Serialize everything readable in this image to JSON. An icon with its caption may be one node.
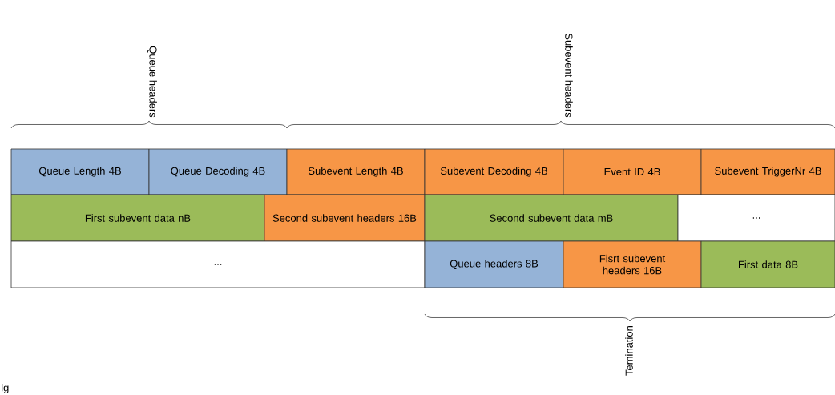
{
  "diagram": {
    "nodes": [
      {
        "text": [
          "Queue Length 4B"
        ]
      },
      {
        "text": [
          "Queue Decoding 4B"
        ]
      },
      {
        "text": [
          "Subevent Length 4B"
        ]
      },
      {
        "text": [
          "Subevent Decoding 4B"
        ]
      },
      {
        "text": [
          "Event ID 4B"
        ]
      },
      {
        "text": [
          "Subevent TriggerNr 4B"
        ]
      },
      {
        "text": [
          "First subevent data nB"
        ]
      },
      {
        "text": [
          "Second subevent headers 16B"
        ]
      },
      {
        "text": [
          "Second subevent data mB"
        ]
      },
      {
        "text": [
          "..."
        ]
      },
      {
        "text": [
          "..."
        ]
      },
      {
        "text": [
          "Queue headers 8B"
        ]
      },
      {
        "text": [
          "Fisrt subevent headers 16B"
        ]
      },
      {
        "text": [
          "First data 8B"
        ]
      }
    ],
    "labels": [
      "Queue headers",
      "Subevent headers",
      "Temination",
      "lg"
    ]
  }
}
